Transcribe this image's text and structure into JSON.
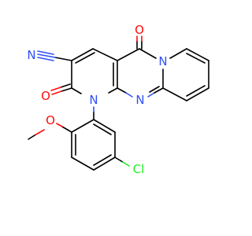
{
  "atoms": {
    "nitrile_n": {
      "label": "N",
      "color": "#3050f8"
    },
    "oxo_top": {
      "label": "O",
      "color": "#ff0d0d"
    },
    "oxo_left": {
      "label": "O",
      "color": "#ff0d0d"
    },
    "ring_n_center": {
      "label": "N",
      "color": "#3050f8"
    },
    "ring_n_aryl": {
      "label": "N",
      "color": "#3050f8"
    },
    "ring_n_bottom": {
      "label": "N",
      "color": "#3050f8"
    },
    "methoxy_o": {
      "label": "O",
      "color": "#ff0d0d"
    },
    "chlorine": {
      "label": "Cl",
      "color": "#1ff01f"
    }
  }
}
